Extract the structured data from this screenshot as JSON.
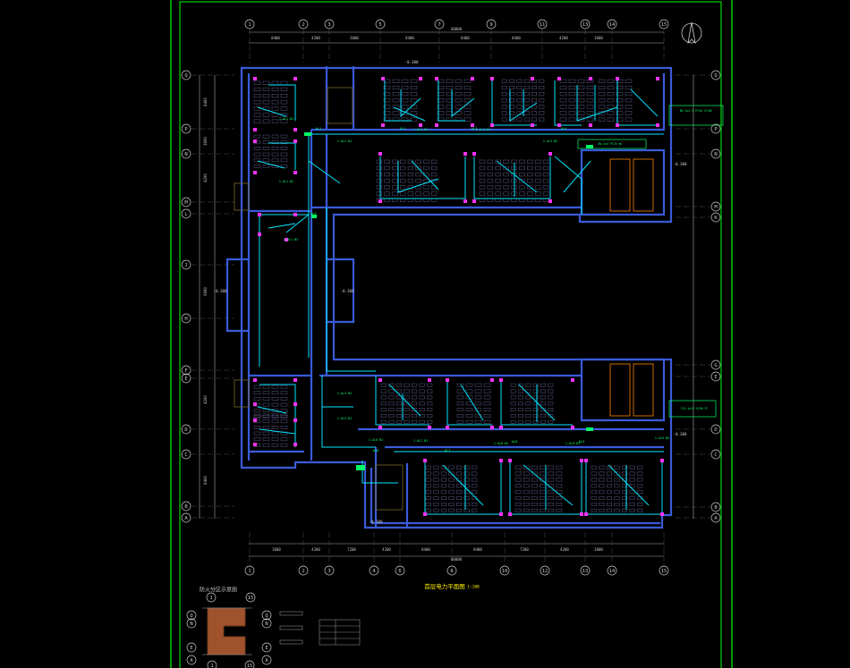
{
  "drawing": {
    "title": "首层电力平面图",
    "scale": "1:100",
    "inset_title": "防火分区示意图"
  },
  "axes": {
    "top": [
      "1",
      "2",
      "3",
      "5",
      "7",
      "9",
      "11",
      "13",
      "14",
      "15"
    ],
    "bottom": [
      "1",
      "2",
      "3",
      "4",
      "6",
      "8",
      "10",
      "12",
      "13",
      "14",
      "15"
    ],
    "left": [
      "Q",
      "P",
      "N",
      "M",
      "L",
      "J",
      "H",
      "F",
      "E",
      "D",
      "C",
      "B",
      "A"
    ],
    "right": [
      "Q",
      "P",
      "N",
      "M",
      "K",
      "G",
      "E",
      "D",
      "C",
      "B",
      "A"
    ]
  },
  "dims": {
    "top": [
      "8400",
      "4200",
      "3600",
      "8400",
      "8400",
      "8400",
      "4200",
      "3600"
    ],
    "top_total": "60000",
    "bottom": [
      "3600",
      "4200",
      "7200",
      "4200",
      "8400",
      "8400",
      "7200",
      "4200",
      "3600"
    ],
    "bottom_total": "60000",
    "left": [
      "8400",
      "3600",
      "4200",
      "9000",
      "4200",
      "8400"
    ]
  },
  "elevations": [
    "-0.300",
    "-0.300",
    "-0.300",
    "-0.300",
    "-0.300",
    "-0.300"
  ],
  "labels": {
    "ap": [
      "AL1",
      "AL2",
      "AL3",
      "AL4",
      "AL5",
      "AL6",
      "AL7",
      "AL8",
      "AL9"
    ],
    "circuits": [
      "1-AL1-N1",
      "1-AL1-N2",
      "1-AL1-N3",
      "1-AL2-N1",
      "1-AL2-N2",
      "1-AL3-N1",
      "1-AL3-N2",
      "1-AL4-N1",
      "1-AL5-N1",
      "1-AL6-N1",
      "1-AL7-N1",
      "1-AL8-N1",
      "1-AL9-N1",
      "1-AL9-N2"
    ],
    "notes": [
      "BV-3x2.5 PC20 CC/WC",
      "YJV-4x25 SC50 FC",
      "BV-3x4 PC25 WC"
    ]
  },
  "inset": {
    "axes_left": [
      "Q",
      "N",
      "E",
      "A"
    ],
    "axes_right": [
      "Q",
      "N",
      "E",
      "A"
    ],
    "axes_top": [
      "1",
      "15"
    ],
    "axes_bottom": [
      "1",
      "15"
    ]
  },
  "colors": {
    "frame": "#00ff00",
    "wall": "#3a5bd9",
    "wire": "#00e5ff",
    "text": "#00ff66",
    "device": "#ff33ff",
    "dim": "#c8c8c8",
    "title": "#ffee00"
  }
}
